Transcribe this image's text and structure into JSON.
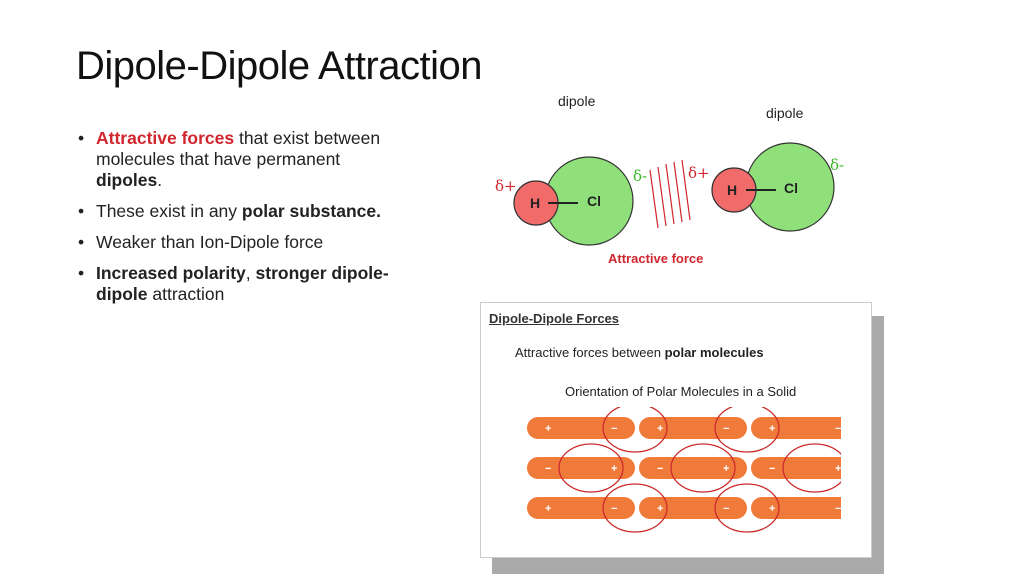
{
  "title": "Dipole-Dipole Attraction",
  "bullets": [
    {
      "parts": [
        {
          "t": "Attractive forces",
          "s": "red"
        },
        {
          "t": " that exist between molecules that have permanent ",
          "s": ""
        },
        {
          "t": "dipoles",
          "s": "b"
        },
        {
          "t": ".",
          "s": ""
        }
      ]
    },
    {
      "parts": [
        {
          "t": "These exist in any ",
          "s": ""
        },
        {
          "t": "polar substance.",
          "s": "b"
        }
      ]
    },
    {
      "parts": [
        {
          "t": "Weaker than Ion-Dipole force",
          "s": ""
        }
      ]
    },
    {
      "parts": [
        {
          "t": "Increased polarity",
          "s": "b"
        },
        {
          "t": ", ",
          "s": ""
        },
        {
          "t": "stronger dipole-dipole",
          "s": "b"
        },
        {
          "t": " attraction",
          "s": ""
        }
      ]
    }
  ],
  "bullet_symbol": "•",
  "diagram": {
    "dipole_left": "dipole",
    "dipole_right": "dipole",
    "h_label": "H",
    "cl_label": "Cl",
    "delta_plus": "δ+",
    "delta_minus": "δ-",
    "attractive_force": "Attractive force",
    "colors": {
      "h": "#f26b6b",
      "cl": "#8fe07a",
      "stroke": "#333333",
      "red": "#d0262d",
      "green": "#3bb82a"
    }
  },
  "figure": {
    "heading": "Dipole-Dipole Forces",
    "subtitle_prefix": "Attractive forces between ",
    "subtitle_bold": "polar molecules",
    "orientation_title": "Orientation of Polar Molecules in a Solid",
    "rows": [
      [
        "+",
        "−",
        "+",
        "−",
        "+",
        "−"
      ],
      [
        "−",
        "+",
        "−",
        "+",
        "−",
        "+"
      ],
      [
        "+",
        "−",
        "+",
        "−",
        "+",
        "−"
      ]
    ],
    "colors": {
      "bar": "#f07a3a",
      "ring": "#cc2a2a"
    }
  }
}
